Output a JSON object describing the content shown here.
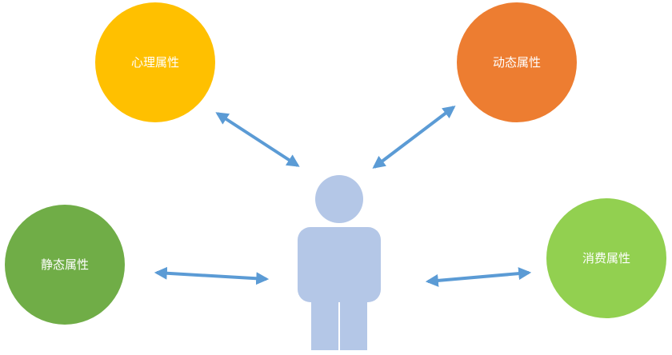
{
  "diagram": {
    "nodes": {
      "psychological": {
        "label": "心理属性",
        "color": "#FFC000"
      },
      "dynamic": {
        "label": "动态属性",
        "color": "#ED7D31"
      },
      "static": {
        "label": "静态属性",
        "color": "#70AD47"
      },
      "consumption": {
        "label": "消费属性",
        "color": "#92D050"
      }
    },
    "person": {
      "icon": "person-icon",
      "color": "#B4C7E7"
    },
    "arrows": {
      "color": "#5B9BD5",
      "style": "double-headed"
    }
  }
}
